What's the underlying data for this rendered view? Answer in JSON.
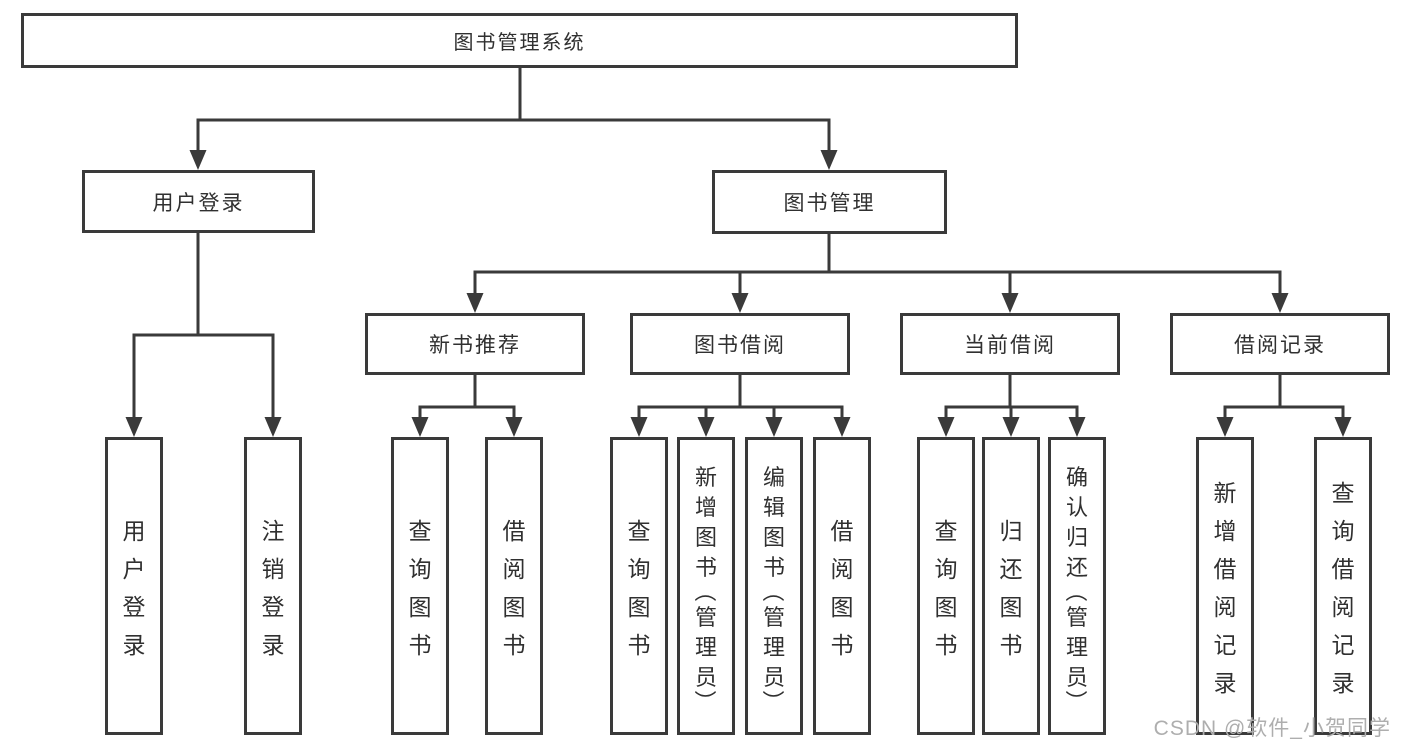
{
  "diagram_type": "hierarchy-org-chart",
  "tree": {
    "label": "图书管理系统",
    "children": [
      {
        "label": "用户登录",
        "children": [
          {
            "label": "用户登录"
          },
          {
            "label": "注销登录"
          }
        ]
      },
      {
        "label": "图书管理",
        "children": [
          {
            "label": "新书推荐",
            "children": [
              {
                "label": "查询图书"
              },
              {
                "label": "借阅图书"
              }
            ]
          },
          {
            "label": "图书借阅",
            "children": [
              {
                "label": "查询图书"
              },
              {
                "label": "新增图书（管理员）"
              },
              {
                "label": "编辑图书（管理员）"
              },
              {
                "label": "借阅图书"
              }
            ]
          },
          {
            "label": "当前借阅",
            "children": [
              {
                "label": "查询图书"
              },
              {
                "label": "归还图书"
              },
              {
                "label": "确认归还（管理员）"
              }
            ]
          },
          {
            "label": "借阅记录",
            "children": [
              {
                "label": "新增借阅记录"
              },
              {
                "label": "查询借阅记录"
              }
            ]
          }
        ]
      }
    ]
  },
  "watermark": "CSDN @软件_小贺同学",
  "colors": {
    "line": "#3a3a3a",
    "box_border": "#3a3a3a",
    "box_fill": "#ffffff",
    "text": "#303030",
    "watermark": "#aeaeae",
    "background": "#ffffff"
  }
}
